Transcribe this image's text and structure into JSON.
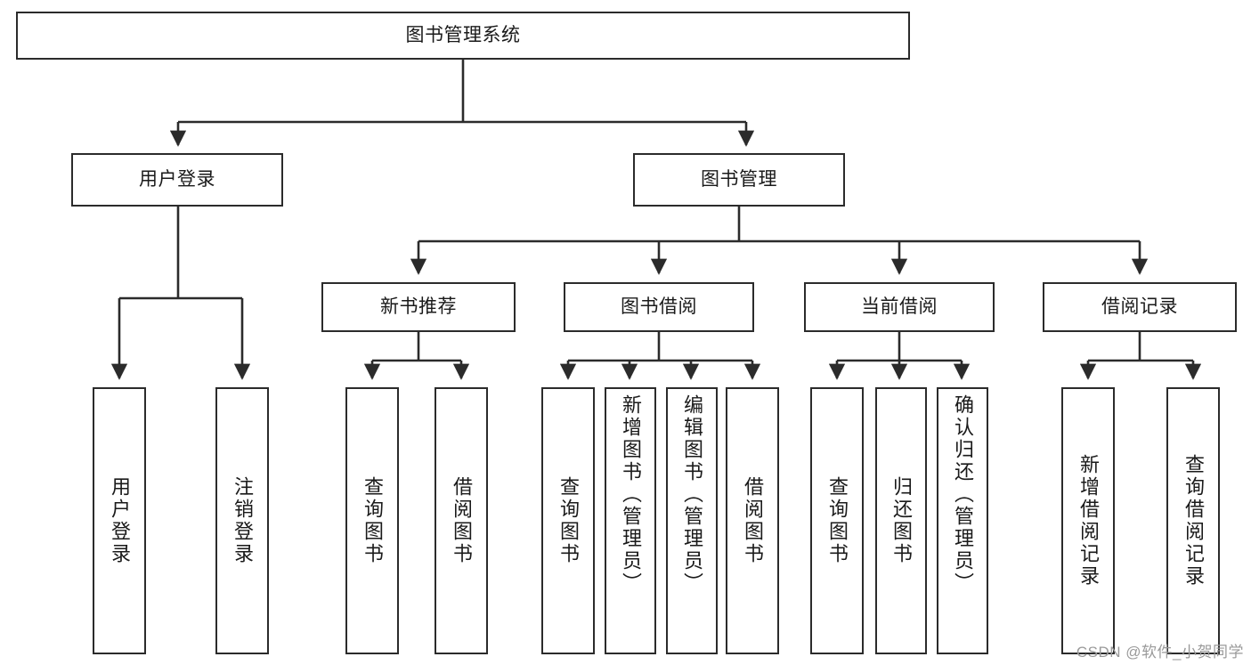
{
  "diagram": {
    "title": "图书管理系统",
    "watermark": "CSDN @软件_小贺同学",
    "colors": {
      "background": "#ffffff",
      "box_border": "#2b2b2b",
      "box_fill": "#ffffff",
      "edge": "#2b2b2b",
      "text": "#1a1a1a",
      "watermark": "#9a9a9a"
    },
    "root": {
      "label": "图书管理系统"
    },
    "level2": [
      {
        "label": "用户登录"
      },
      {
        "label": "图书管理"
      }
    ],
    "level3": [
      {
        "label": "新书推荐"
      },
      {
        "label": "图书借阅"
      },
      {
        "label": "当前借阅"
      },
      {
        "label": "借阅记录"
      }
    ],
    "leaves": {
      "user_login": [
        {
          "label": "用户登录"
        },
        {
          "label": "注销登录"
        }
      ],
      "new_book_recommend": [
        {
          "label": "查询图书"
        },
        {
          "label": "借阅图书"
        }
      ],
      "book_borrow": [
        {
          "label": "查询图书"
        },
        {
          "label": "新增图书（管理员）"
        },
        {
          "label": "编辑图书（管理员）"
        },
        {
          "label": "借阅图书"
        }
      ],
      "current_borrow": [
        {
          "label": "查询图书"
        },
        {
          "label": "归还图书"
        },
        {
          "label": "确认归还（管理员）"
        }
      ],
      "borrow_record": [
        {
          "label": "新增借阅记录"
        },
        {
          "label": "查询借阅记录"
        }
      ]
    }
  }
}
